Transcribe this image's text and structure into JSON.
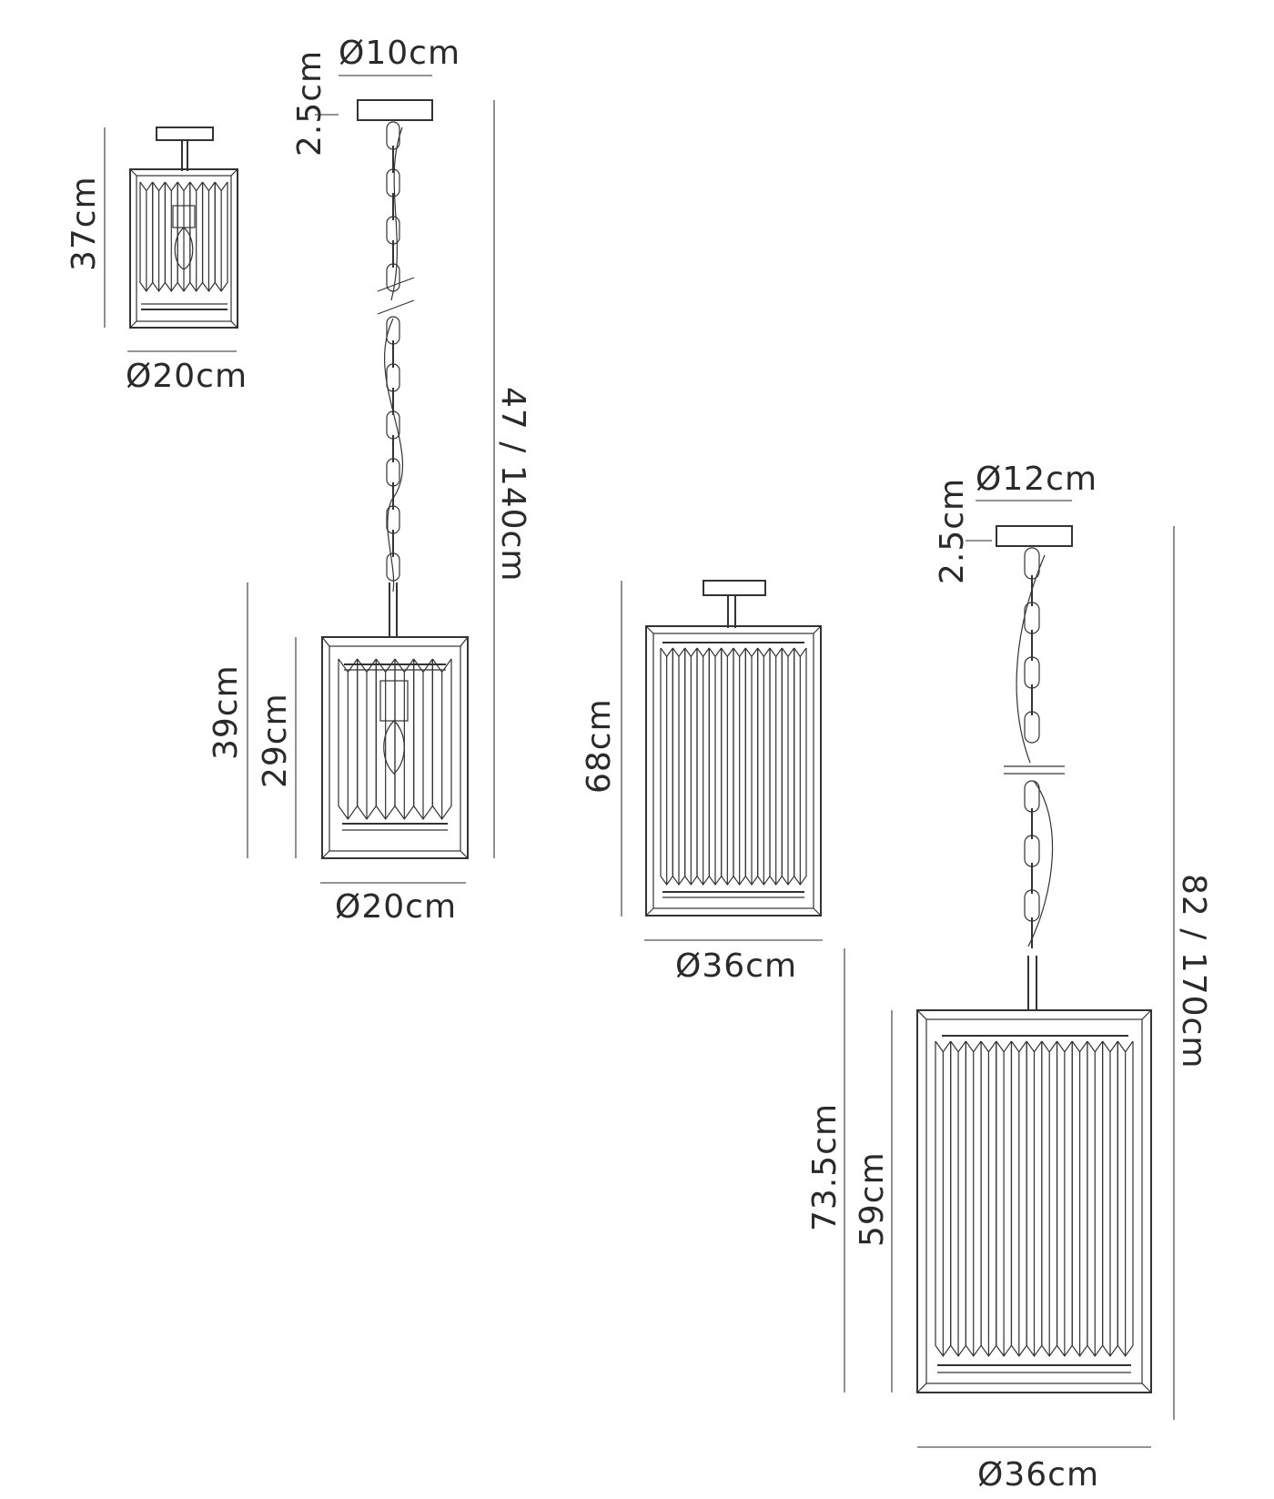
{
  "diagram": {
    "lamp_a": {
      "ceiling_diameter": "Ø10cm",
      "canopy_height": "2.5cm",
      "adjustable_height": "47 / 140cm",
      "overall_height": "39cm",
      "shade_height": "29cm",
      "shade_diameter": "Ø20cm"
    },
    "lamp_b": {
      "height": "37cm",
      "diameter": "Ø20cm"
    },
    "lamp_c": {
      "height": "68cm",
      "diameter": "Ø36cm"
    },
    "lamp_d": {
      "ceiling_diameter": "Ø12cm",
      "canopy_height": "2.5cm",
      "adjustable_height": "82 / 170cm",
      "overall_height": "73.5cm",
      "shade_height": "59cm",
      "shade_diameter": "Ø36cm"
    }
  }
}
